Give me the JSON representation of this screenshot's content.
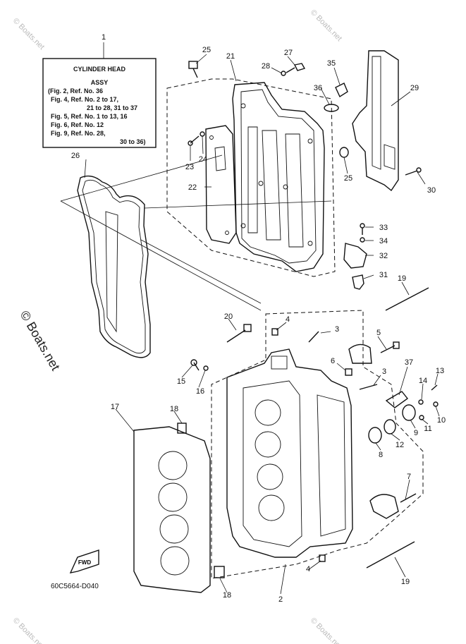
{
  "caption_box": {
    "title": "CYLINDER HEAD",
    "subtitle": "ASSY",
    "lines": [
      "(Fig. 2, Ref. No. 36",
      "Fig. 4, Ref. No. 2 to 17,",
      "21 to 28, 31 to 37",
      "Fig. 5, Ref. No. 1 to 13, 16",
      "Fig. 6, Ref. No. 12",
      "Fig. 9, Ref. No. 28,",
      "30 to 36)"
    ]
  },
  "callouts": {
    "c1": "1",
    "c2": "2",
    "c3a": "3",
    "c3b": "3",
    "c4a": "4",
    "c4b": "4",
    "c5": "5",
    "c6": "6",
    "c7": "7",
    "c8": "8",
    "c9": "9",
    "c10": "10",
    "c11": "11",
    "c12": "12",
    "c13": "13",
    "c14": "14",
    "c15": "15",
    "c16": "16",
    "c17": "17",
    "c18a": "18",
    "c18b": "18",
    "c19a": "19",
    "c19b": "19",
    "c20": "20",
    "c21": "21",
    "c22": "22",
    "c23": "23",
    "c24": "24",
    "c25a": "25",
    "c25b": "25",
    "c26": "26",
    "c27": "27",
    "c28": "28",
    "c29": "29",
    "c30": "30",
    "c31": "31",
    "c32": "32",
    "c33": "33",
    "c34": "34",
    "c35": "35",
    "c36": "36",
    "c37": "37"
  },
  "fwd_label": "FWD",
  "drawing_code": "60C5664-D040",
  "watermark": "© Boats.net",
  "corner_watermark": "© Boats.net"
}
